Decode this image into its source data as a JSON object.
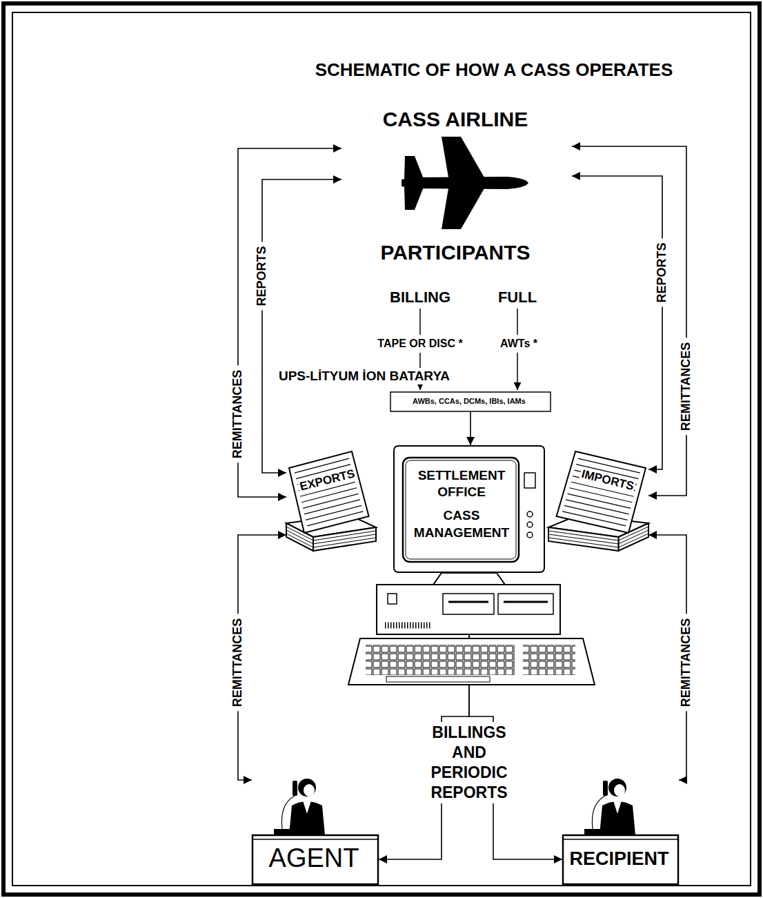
{
  "diagram": {
    "title": "SCHEMATIC OF HOW A CASS OPERATES",
    "nodes": [
      {
        "text": [
          "CASS AIRLINE",
          "PARTICIPANTS"
        ]
      },
      {
        "text": [
          "AWBs, CCAs, DCMs, IBIs, IAMs"
        ]
      },
      {
        "text": [
          "EXPORTS"
        ]
      },
      {
        "text": [
          "SETTLEMENT OFFICE",
          "CASS MANAGEMENT"
        ]
      },
      {
        "text": [
          "IMPORTS"
        ]
      },
      {
        "text": [
          "AGENT"
        ]
      },
      {
        "text": [
          "RECIPIENT"
        ]
      }
    ],
    "edges": [
      {
        "from": 1,
        "to": 3,
        "arrow": "to"
      },
      {
        "from": 2,
        "to": 0,
        "label": "REMITTANCES",
        "arrow": "both"
      },
      {
        "from": 2,
        "to": 0,
        "label": "REPORTS",
        "arrow": "both"
      },
      {
        "from": 4,
        "to": 0,
        "label": "REPORTS",
        "arrow": "both"
      },
      {
        "from": 4,
        "to": 0,
        "label": "REMITTANCES",
        "arrow": "both"
      },
      {
        "from": 2,
        "to": 5,
        "label": "REMITTANCES",
        "arrow": "both"
      },
      {
        "from": 4,
        "to": 6,
        "label": "REMITTANCES",
        "arrow": "both"
      },
      {
        "from": 3,
        "to": 5,
        "arrow": "to"
      },
      {
        "from": 3,
        "to": 6,
        "arrow": "to"
      }
    ],
    "labels": [
      "BILLING",
      "FULL",
      "TAPE OR DISC *",
      "AWTs *",
      "UPS-LİTYUM İON BATARYA",
      "BILLINGS AND PERIODIC REPORTS"
    ]
  }
}
